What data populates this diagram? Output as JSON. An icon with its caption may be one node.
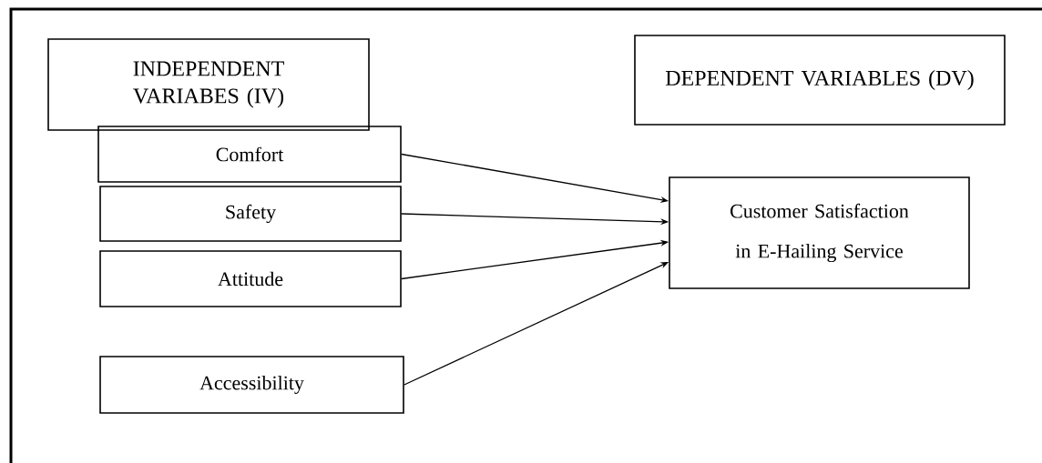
{
  "diagram": {
    "nodes": [
      {
        "text": [
          "INDEPENDENT VARIABES (IV)"
        ]
      },
      {
        "text": [
          "DEPENDENT VARIABLES (DV)"
        ]
      },
      {
        "text": [
          "Comfort"
        ]
      },
      {
        "text": [
          "Safety"
        ]
      },
      {
        "text": [
          "Attitude"
        ]
      },
      {
        "text": [
          "Accessibility"
        ]
      },
      {
        "text": [
          "Customer Satisfaction in E-Hailing Service"
        ]
      }
    ],
    "edges": [
      {
        "from": 2,
        "to": 6,
        "arrow": "to"
      },
      {
        "from": 3,
        "to": 6,
        "arrow": "to"
      },
      {
        "from": 4,
        "to": 6,
        "arrow": "to"
      },
      {
        "from": 5,
        "to": 6,
        "arrow": "to"
      }
    ]
  }
}
